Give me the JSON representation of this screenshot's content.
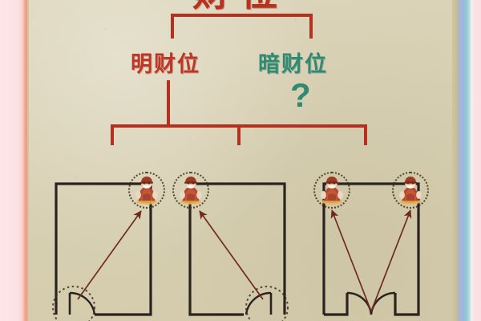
{
  "meta": {
    "title_partial": "财位",
    "background_color": "#d8d0b3",
    "accent_red": "#bf3526",
    "accent_teal": "#2e8b72",
    "line_dark": "#2b2320"
  },
  "header": {
    "title": "财位",
    "title_note": "cropped"
  },
  "branches": {
    "left": {
      "label": "明财位",
      "color": "#bf3526"
    },
    "right": {
      "label": "暗财位",
      "color": "#2e8b72",
      "marker": "?"
    }
  },
  "diagrams": {
    "count": 3,
    "rooms": [
      {
        "id": "room-1",
        "door_position": "bottom-left",
        "deity_position": "top-right",
        "deity_count": 1,
        "deity_name": "god-of-wealth-figure"
      },
      {
        "id": "room-2",
        "door_position": "bottom-right",
        "deity_position": "top-left",
        "deity_count": 1,
        "deity_name": "god-of-wealth-figure"
      },
      {
        "id": "room-3",
        "door_position": "bottom-center",
        "deity_position": "top-both-corners",
        "deity_count": 2,
        "deity_name": "god-of-wealth-figure"
      }
    ]
  },
  "icons": {
    "deity": "god-of-wealth-icon",
    "door_swing": "door-swing-arc-icon",
    "arrow": "sightline-arrow-icon",
    "dotted_circle": "highlight-circle-icon"
  },
  "chart_data": {
    "type": "diagram",
    "title": "财位",
    "nodes": [
      {
        "id": "root",
        "label": "财位",
        "color": "#bf3526",
        "level": 0
      },
      {
        "id": "ming",
        "label": "明财位",
        "color": "#bf3526",
        "level": 1
      },
      {
        "id": "an",
        "label": "暗财位",
        "color": "#2e8b72",
        "level": 1,
        "annotation": "?"
      },
      {
        "id": "case-1",
        "label": "",
        "level": 2,
        "door": "bottom-left",
        "wealth_spot": "top-right"
      },
      {
        "id": "case-2",
        "label": "",
        "level": 2,
        "door": "bottom-right",
        "wealth_spot": "top-left"
      },
      {
        "id": "case-3",
        "label": "",
        "level": 2,
        "door": "bottom-center",
        "wealth_spot": "top-left+top-right"
      }
    ],
    "edges": [
      {
        "from": "root",
        "to": "ming"
      },
      {
        "from": "root",
        "to": "an"
      },
      {
        "from": "ming",
        "to": "case-1"
      },
      {
        "from": "ming",
        "to": "case-2"
      },
      {
        "from": "ming",
        "to": "case-3"
      }
    ]
  }
}
